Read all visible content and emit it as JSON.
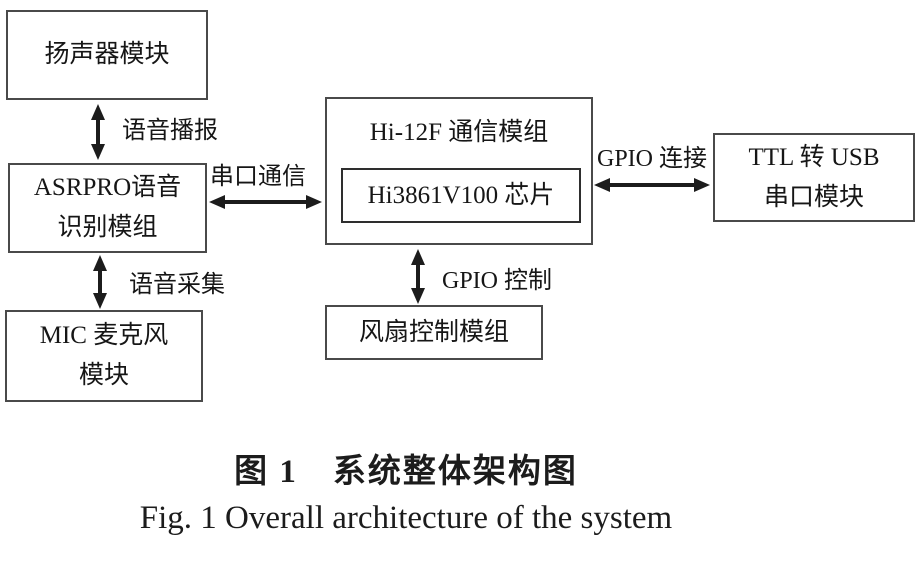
{
  "diagram": {
    "blocks": {
      "speaker": {
        "label": "扬声器模块"
      },
      "asrpro": {
        "line1": "ASRPRO语音",
        "line2": "识别模组"
      },
      "mic": {
        "line1": "MIC 麦克风",
        "line2": "模块"
      },
      "hi12f": {
        "title": "Hi-12F 通信模组",
        "chip": "Hi3861V100 芯片"
      },
      "ttl": {
        "line1": "TTL 转 USB",
        "line2": "串口模块"
      },
      "fan": {
        "label": "风扇控制模组"
      }
    },
    "connection_labels": {
      "voice_broadcast": "语音播报",
      "serial_comm": "串口通信",
      "gpio_link": "GPIO 连接",
      "voice_capture": "语音采集",
      "gpio_control": "GPIO 控制"
    }
  },
  "caption": {
    "zh": "图 1　系统整体架构图",
    "en": "Fig. 1 Overall architecture of the system"
  },
  "colors": {
    "ink": "#1c1c1c",
    "border": "#4a4a4a",
    "background": "#ffffff"
  }
}
